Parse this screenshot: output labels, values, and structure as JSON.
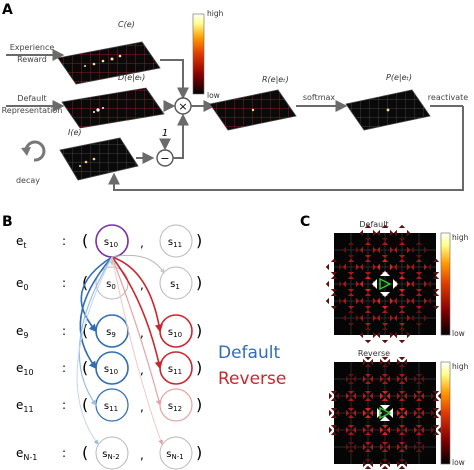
{
  "panels": {
    "a": "A",
    "b": "B",
    "c": "C"
  },
  "panel_a": {
    "input_experience": [
      "Experience",
      "Reward"
    ],
    "input_default": [
      "Default",
      "Representation"
    ],
    "c_label": "C(e)",
    "d_label": "D(e|eₜ)",
    "i_label": "I(e)",
    "r_label": "R(e|eₜ)",
    "p_label": "P(e|eₜ)",
    "softmax": "softmax",
    "reactivate": "reactivate",
    "decay": "decay",
    "one": "1",
    "multiply_symbol": "×",
    "minus_symbol": "−",
    "colorbar_high": "high",
    "colorbar_low": "low",
    "colormap": [
      "#000000",
      "#8b0000",
      "#e03a00",
      "#ff9a00",
      "#ffff8a",
      "#ffffff"
    ],
    "grid_line_color": "#c0282b"
  },
  "panel_b": {
    "rows": [
      {
        "event": "e",
        "sub": "t",
        "left": {
          "s": "s",
          "sub": "10"
        },
        "right": {
          "s": "s",
          "sub": "11"
        }
      },
      {
        "event": "e",
        "sub": "0",
        "left": {
          "s": "s",
          "sub": "0"
        },
        "right": {
          "s": "s",
          "sub": "1"
        }
      },
      {
        "event": "e",
        "sub": "9",
        "left": {
          "s": "s",
          "sub": "9"
        },
        "right": {
          "s": "s",
          "sub": "10"
        }
      },
      {
        "event": "e",
        "sub": "10",
        "left": {
          "s": "s",
          "sub": "10"
        },
        "right": {
          "s": "s",
          "sub": "11"
        }
      },
      {
        "event": "e",
        "sub": "11",
        "left": {
          "s": "s",
          "sub": "11"
        },
        "right": {
          "s": "s",
          "sub": "12"
        }
      },
      {
        "event": "e",
        "sub": "N-1",
        "left": {
          "s": "s",
          "sub": "N-2"
        },
        "right": {
          "s": "s",
          "sub": "N-1"
        }
      }
    ],
    "colon": ":",
    "open_paren": "(",
    "close_paren": ")",
    "comma": ",",
    "legend_default": "Default",
    "legend_reverse": "Reverse",
    "colors": {
      "default": "#2f6db5",
      "reverse": "#c8272d",
      "current": "#7b2fa6",
      "neutral": "#b8b8b8"
    }
  },
  "panel_c": {
    "default_title": "Default",
    "reverse_title": "Reverse",
    "colorbar_high": "high",
    "colorbar_low": "low"
  }
}
